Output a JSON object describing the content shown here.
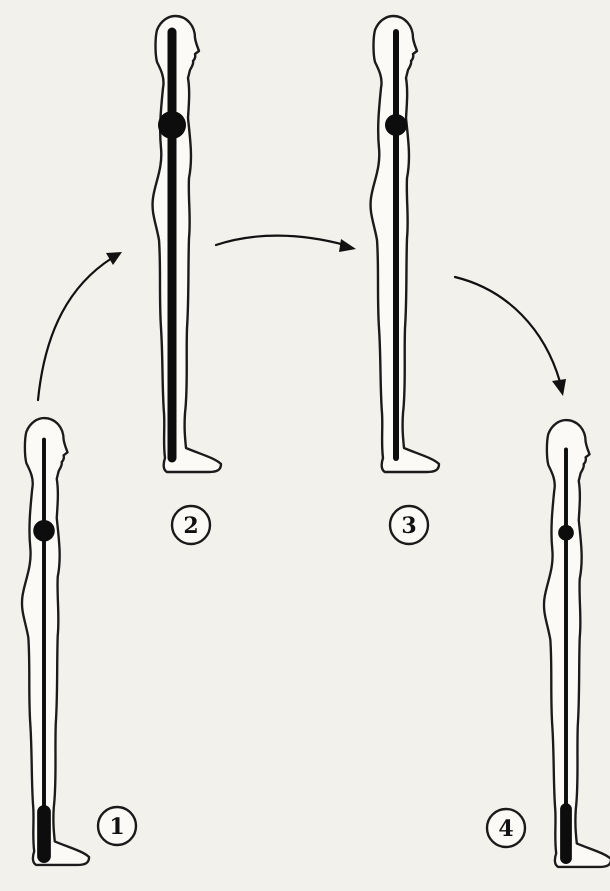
{
  "steps": [
    {
      "label": "1"
    },
    {
      "label": "2"
    },
    {
      "label": "3"
    },
    {
      "label": "4"
    }
  ],
  "colors": {
    "background": "#f3f1ec",
    "outline": "#1b1b1b",
    "axis": "#0d0d0d"
  }
}
